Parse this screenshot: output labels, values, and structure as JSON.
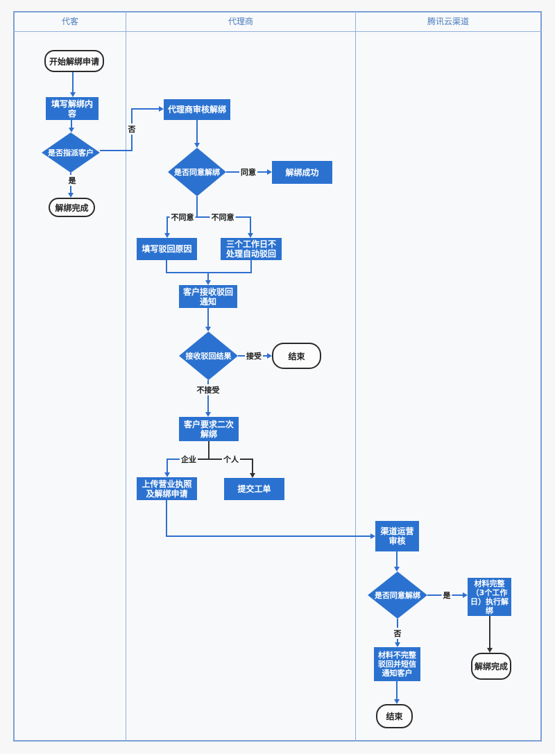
{
  "lanes": [
    {
      "title": "代客"
    },
    {
      "title": "代理商"
    },
    {
      "title": "腾讯云渠道"
    }
  ],
  "nodes": {
    "start": "开始解绑申请",
    "fill_content": "填写解绑内容",
    "assign_customer": "是否指派客户",
    "unbind_done_1": "解绑完成",
    "agent_review": "代理商审核解绑",
    "agree_unbind_1": "是否同意解绑",
    "unbind_success": "解绑成功",
    "fill_reject_reason": "填写驳回原因",
    "auto_reject": "三个工作日不处理自动驳回",
    "receive_reject_notice": "客户接收驳回通知",
    "receive_reject_result": "接收驳回结果",
    "end_1": "结束",
    "second_unbind": "客户要求二次解绑",
    "upload_license": "上传营业执照及解绑申请",
    "submit_ticket": "提交工单",
    "channel_review": "渠道运营审核",
    "agree_unbind_2": "是否同意解绑",
    "material_complete": "材料完整（3个工作日）执行解绑",
    "material_incomplete": "材料不完整驳回并短信通知客户",
    "unbind_done_2": "解绑完成",
    "end_2": "结束"
  },
  "edge_labels": {
    "yes": "是",
    "no": "否",
    "agree": "同意",
    "disagree": "不同意",
    "accept": "接受",
    "not_accept": "不接受",
    "enterprise": "企业",
    "personal": "个人"
  },
  "colors": {
    "node_fill": "#2b72d0",
    "node_text": "#ffffff",
    "connector_blue": "#2f6fd0",
    "connector_black": "#333333",
    "terminal_border": "#2b2b2b",
    "frame_border": "#7a9fd6",
    "header_text": "#4a7bc0",
    "background": "#f8f9fa"
  }
}
